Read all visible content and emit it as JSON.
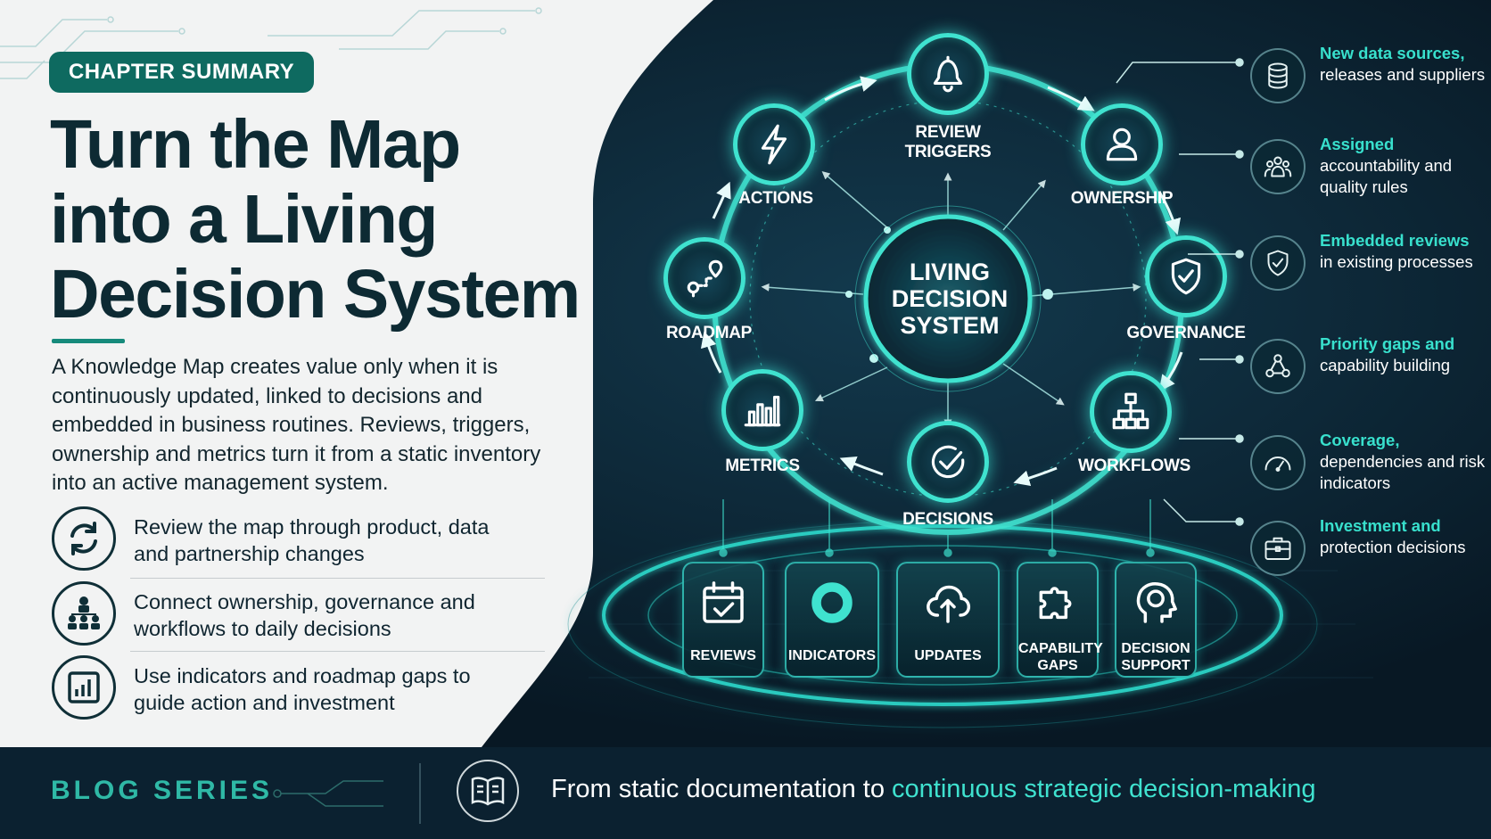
{
  "badge": "CHAPTER SUMMARY",
  "title_lines": [
    "Turn the Map",
    "into a Living",
    "Decision System"
  ],
  "intro": "A Knowledge Map creates value only when it is continuously updated, linked to decisions and embedded in business routines. Reviews, triggers, ownership and metrics turn it from a static inventory into an active management system.",
  "points": [
    {
      "icon": "refresh-icon",
      "text": "Review the map through product, data and partnership changes"
    },
    {
      "icon": "org-chart-icon",
      "text": "Connect ownership, governance and workflows to daily decisions"
    },
    {
      "icon": "bar-chart-icon",
      "text": "Use indicators and roadmap gaps to guide action and investment"
    }
  ],
  "center": {
    "lines": [
      "LIVING",
      "DECISION",
      "SYSTEM"
    ]
  },
  "cycle_nodes": [
    {
      "label": "REVIEW TRIGGERS",
      "lines": [
        "REVIEW",
        "TRIGGERS"
      ],
      "icon": "bell-icon"
    },
    {
      "label": "OWNERSHIP",
      "lines": [
        "OWNERSHIP"
      ],
      "icon": "user-icon"
    },
    {
      "label": "GOVERNANCE",
      "lines": [
        "GOVERNANCE"
      ],
      "icon": "shield-check-icon"
    },
    {
      "label": "WORKFLOWS",
      "lines": [
        "WORKFLOWS"
      ],
      "icon": "flowchart-icon"
    },
    {
      "label": "DECISIONS",
      "lines": [
        "DECISIONS"
      ],
      "icon": "check-circle-icon"
    },
    {
      "label": "METRICS",
      "lines": [
        "METRICS"
      ],
      "icon": "bar-chart-icon"
    },
    {
      "label": "ROADMAP",
      "lines": [
        "ROADMAP"
      ],
      "icon": "route-pin-icon"
    },
    {
      "label": "ACTIONS",
      "lines": [
        "ACTIONS"
      ],
      "icon": "lightning-icon"
    }
  ],
  "tiles": [
    {
      "lines": [
        "REVIEWS"
      ],
      "icon": "calendar-check-icon"
    },
    {
      "lines": [
        "INDICATORS"
      ],
      "icon": "donut-chart-icon"
    },
    {
      "lines": [
        "UPDATES"
      ],
      "icon": "cloud-upload-icon"
    },
    {
      "lines": [
        "CAPABILITY",
        "GAPS"
      ],
      "icon": "puzzle-icon"
    },
    {
      "lines": [
        "DECISION",
        "SUPPORT"
      ],
      "icon": "brain-head-icon"
    }
  ],
  "right_list": [
    {
      "icon": "database-icon",
      "highlight": "New data sources,",
      "rest": "releases and suppliers"
    },
    {
      "icon": "team-icon",
      "highlight": "Assigned",
      "rest": "accountability and quality rules"
    },
    {
      "icon": "shield-check-icon",
      "highlight": "Embedded reviews",
      "rest": "in existing processes"
    },
    {
      "icon": "network-icon",
      "highlight": "Priority gaps and",
      "rest": "capability building"
    },
    {
      "icon": "gauge-icon",
      "highlight": "Coverage,",
      "rest": "dependencies and risk indicators"
    },
    {
      "icon": "briefcase-icon",
      "highlight": "Investment and",
      "rest": "protection decisions"
    }
  ],
  "footer": {
    "series": "BLOG SERIES",
    "tagline_plain": "From static documentation to ",
    "tagline_highlight": "continuous strategic decision-making",
    "icon": "book-icon"
  },
  "colors": {
    "accent": "#3fe2cf",
    "teal_dark": "#0e6a60",
    "navy": "#0a1a26",
    "panel": "#f2f3f3"
  }
}
